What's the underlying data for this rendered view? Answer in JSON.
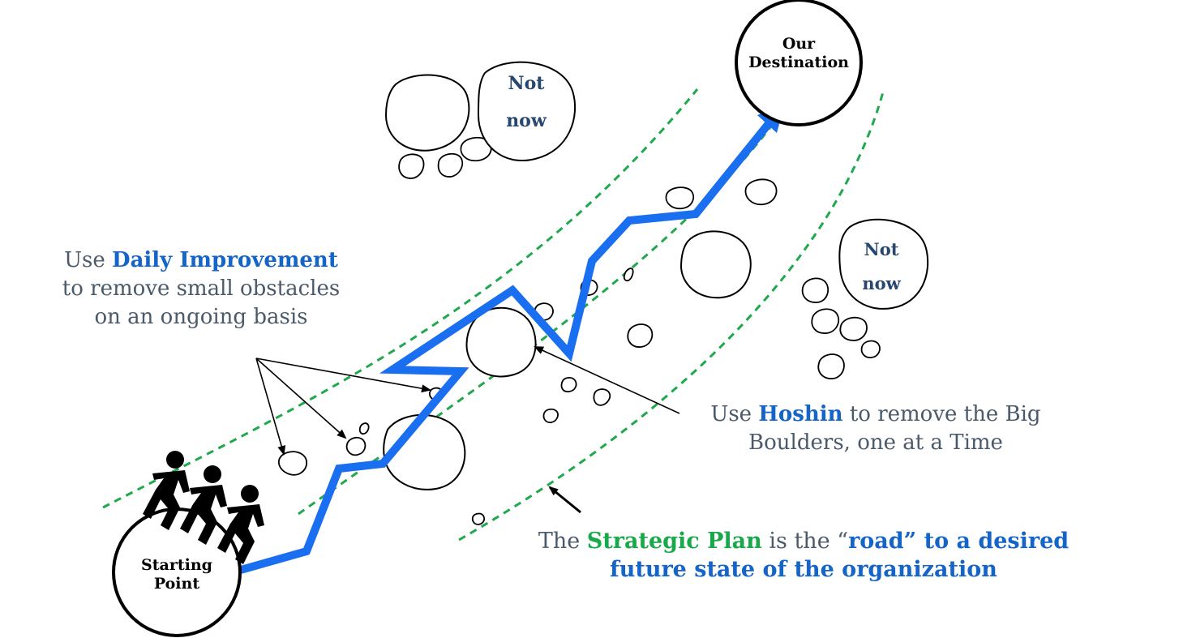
{
  "nodes": {
    "destination": {
      "line1": "Our",
      "line2": "Destination"
    },
    "start": {
      "line1": "Starting",
      "line2": "Point"
    }
  },
  "boulders": {
    "top_left": {
      "line1": "Not",
      "line2": "now"
    },
    "right": {
      "line1": "Not",
      "line2": "now"
    }
  },
  "callouts": {
    "daily": {
      "prefix": "Use ",
      "highlight": "Daily Improvement",
      "line2": "to remove small obstacles",
      "line3": "on an ongoing basis"
    },
    "hoshin": {
      "prefix": "Use ",
      "highlight": "Hoshin",
      "suffix": " to remove the Big",
      "line2": "Boulders, one at a Time"
    },
    "strategic": {
      "prefix": "The ",
      "highlight_green": "Strategic Plan",
      "middle": " is the “",
      "highlight_blue": "road” to a desired",
      "line2": "future state of the organization"
    }
  },
  "colors": {
    "path": "#1a6ef0",
    "road": "#1fa84e",
    "text": "#4a5a6a",
    "highlight_blue": "#1565c8",
    "highlight_green": "#19a84a",
    "not_now": "#27476e"
  },
  "icons": [
    "running-people-icon"
  ]
}
